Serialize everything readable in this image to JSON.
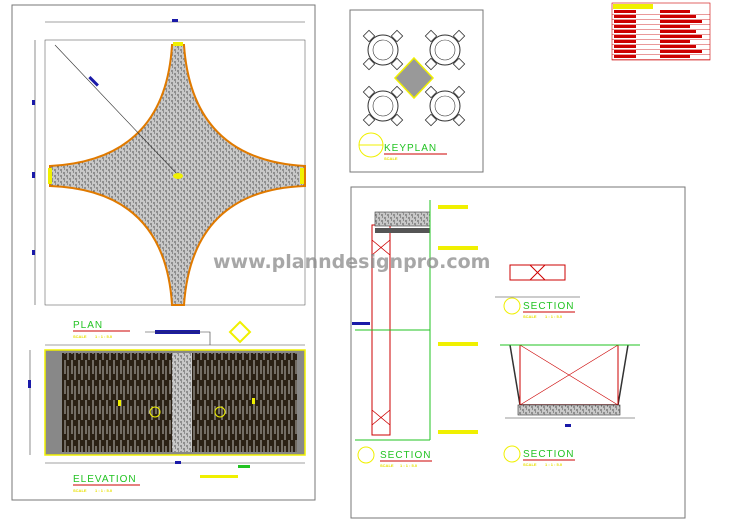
{
  "watermark": "www.planndesignpro.com",
  "views": {
    "plan": {
      "title": "PLAN",
      "scale_label": "SCALE",
      "scale_value": "1 : 1 : 5.0"
    },
    "elevation": {
      "title": "ELEVATION",
      "scale_label": "SCALE",
      "scale_value": "1 : 1 : 5.0"
    },
    "keyplan": {
      "title": "KEYPLAN",
      "scale_label": "SCALE"
    },
    "section_1": {
      "title": "SECTION",
      "scale_label": "SCALE",
      "scale_value": "1 : 1 : 5.0"
    },
    "section_2": {
      "title": "SECTION",
      "scale_label": "SCALE",
      "scale_value": "1 : 1 : 5.0"
    },
    "section_3": {
      "title": "SECTION",
      "scale_label": "SCALE",
      "scale_value": "1 : 1 : 5.0"
    }
  },
  "colors": {
    "outline": "#e07a00",
    "title": "#22c322",
    "title_line": "#cc0000",
    "dimension": "#1a1aa8",
    "highlight": "#f0f000",
    "legend": "#cc0000"
  }
}
